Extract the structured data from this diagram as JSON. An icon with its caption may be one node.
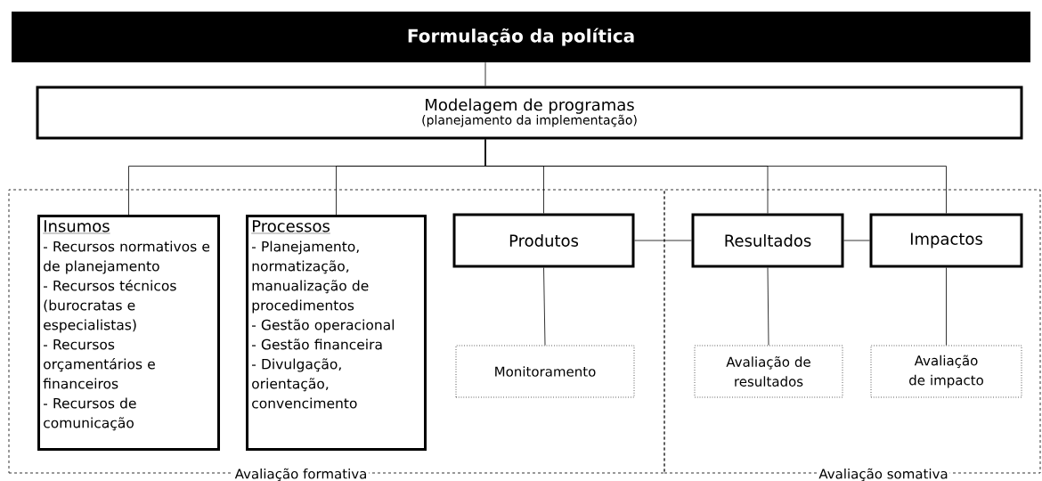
{
  "diagram": {
    "nodes": [
      {
        "text": [
          "Formulação da política"
        ]
      },
      {
        "text": [
          "Modelagem de programas",
          "(planejamento da implementação)"
        ]
      },
      {
        "text": [
          "Avaliação formativa"
        ]
      },
      {
        "text": [
          "Insumos",
          "- Recursos normativos e de planejamento",
          "- Recursos técnicos (burocratas e especialistas)",
          "- Recursos orçamentários e financeiros",
          "- Recursos de comunicação"
        ],
        "in": 2
      },
      {
        "text": [
          "Processos",
          "- Planejamento, normatização, manualização de procedimentos",
          "- Gestão operacional",
          "- Gestão financeira",
          "- Divulgação, orientação, convencimento"
        ],
        "in": 2
      },
      {
        "text": [
          "Produtos"
        ],
        "in": 2
      },
      {
        "text": [
          "Monitoramento"
        ],
        "in": 2
      },
      {
        "text": [
          "Avaliação somativa"
        ]
      },
      {
        "text": [
          "Resultados"
        ],
        "in": 7
      },
      {
        "text": [
          "Impactos"
        ],
        "in": 7
      },
      {
        "text": [
          "Avaliação de resultados"
        ],
        "in": 7
      },
      {
        "text": [
          "Avaliação de impacto"
        ],
        "in": 7
      }
    ],
    "edges": [
      {
        "from": 0,
        "to": 1,
        "arrow": "none"
      },
      {
        "from": 1,
        "to": 3,
        "arrow": "none"
      },
      {
        "from": 1,
        "to": 4,
        "arrow": "none"
      },
      {
        "from": 1,
        "to": 5,
        "arrow": "none"
      },
      {
        "from": 1,
        "to": 8,
        "arrow": "none"
      },
      {
        "from": 1,
        "to": 9,
        "arrow": "none"
      },
      {
        "from": 5,
        "to": 8,
        "arrow": "none"
      },
      {
        "from": 8,
        "to": 9,
        "arrow": "none"
      },
      {
        "from": 5,
        "to": 6,
        "arrow": "none"
      },
      {
        "from": 8,
        "to": 10,
        "arrow": "none"
      },
      {
        "from": 9,
        "to": 11,
        "arrow": "none"
      }
    ]
  }
}
